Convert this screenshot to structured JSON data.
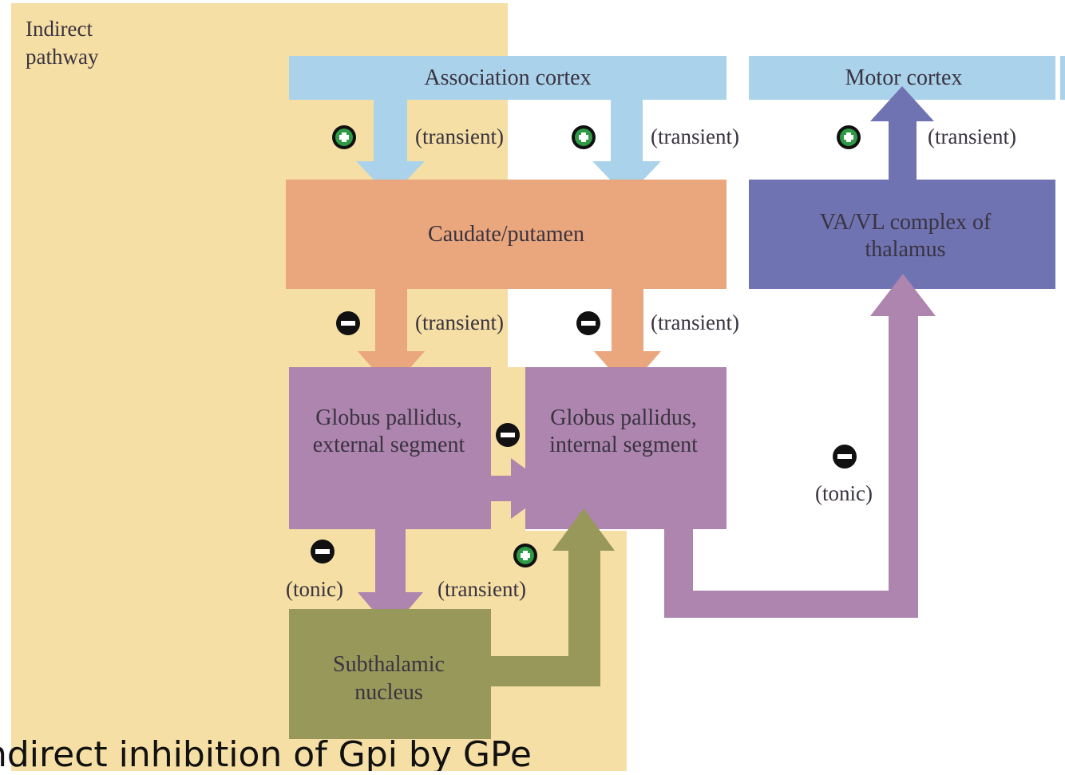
{
  "colors": {
    "background": "#ffffff",
    "indirect_panel": "#f5dfa4",
    "cortex": "#aad3eb",
    "striatum": "#eaa67c",
    "pallidus": "#ad85af",
    "subthalamic": "#98985a",
    "thalamus": "#6f73b2",
    "symbol_plus": "#2f9a46",
    "symbol_minus": "#111111",
    "text": "#3a3340"
  },
  "panel": {
    "label_line1": "Indirect",
    "label_line2": "pathway"
  },
  "nodes": {
    "association_cortex": "Association cortex",
    "motor_cortex": "Motor cortex",
    "caudate_putamen": "Caudate/putamen",
    "thalamus_line1": "VA/VL complex of",
    "thalamus_line2": "thalamus",
    "gpe_line1": "Globus pallidus,",
    "gpe_line2": "external segment",
    "gpi_line1": "Globus pallidus,",
    "gpi_line2": "internal segment",
    "stn_line1": "Subthalamic",
    "stn_line2": "nucleus"
  },
  "connections": [
    {
      "id": "assoc-to-caudate-1",
      "sign": "+",
      "timing": "(transient)"
    },
    {
      "id": "assoc-to-caudate-2",
      "sign": "+",
      "timing": "(transient)"
    },
    {
      "id": "thalamus-to-motor",
      "sign": "+",
      "timing": "(transient)"
    },
    {
      "id": "caudate-to-gpe",
      "sign": "−",
      "timing": "(transient)"
    },
    {
      "id": "caudate-to-gpi",
      "sign": "−",
      "timing": "(transient)"
    },
    {
      "id": "gpe-to-gpi",
      "sign": "−"
    },
    {
      "id": "gpi-to-thalamus",
      "sign": "−",
      "timing": "(tonic)"
    },
    {
      "id": "gpe-to-stn",
      "sign": "−",
      "timing": "(tonic)"
    },
    {
      "id": "stn-to-gpi",
      "sign": "+",
      "timing": "(transient)"
    }
  ],
  "caption": "Indirect inhibition of Gpi by GPe"
}
